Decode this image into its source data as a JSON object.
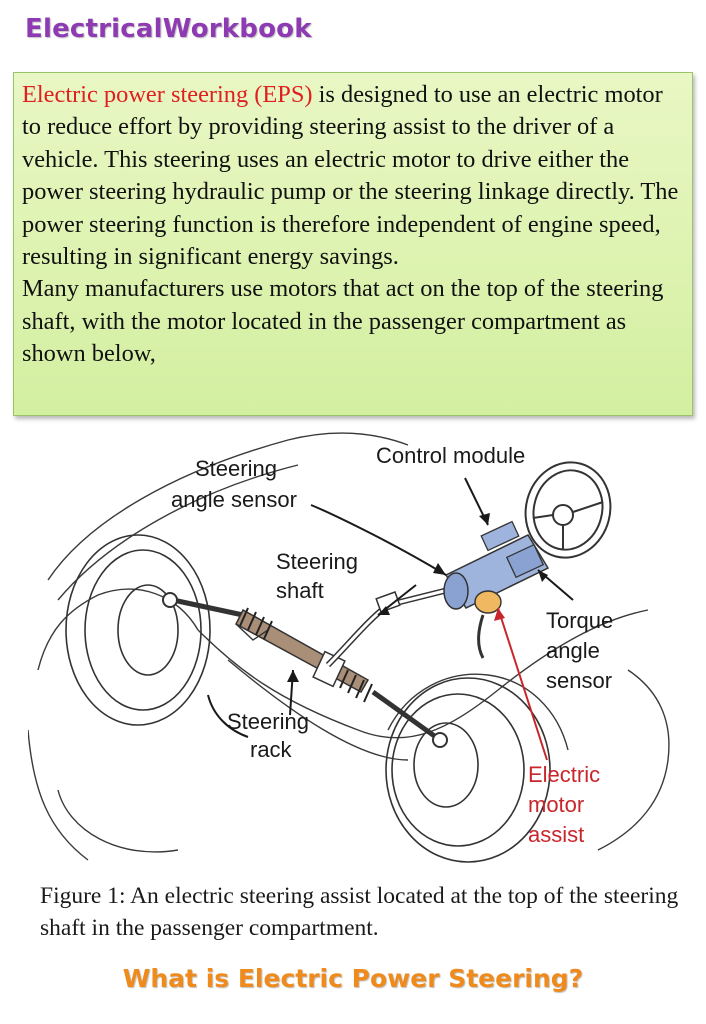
{
  "brand": "ElectricalWorkbook",
  "intro": {
    "term": "Electric power steering (EPS)",
    "paragraph1_rest": " is designed to use an electric motor to reduce effort by providing steering assist to the driver of a vehicle. This steering uses an electric motor to drive either the power steering hydraulic pump or the steering linkage directly. The power steering function is therefore independent of engine speed, resulting in significant energy savings.",
    "paragraph2": "Many manufacturers use motors that act on the top of the steering shaft, with the motor located in the passenger compartment as shown below,"
  },
  "diagram": {
    "labels": {
      "control_module": "Control module",
      "steering_angle_sensor_1": "Steering",
      "steering_angle_sensor_2": "angle sensor",
      "steering_shaft_1": "Steering",
      "steering_shaft_2": "shaft",
      "torque_1": "Torque",
      "torque_2": "angle",
      "torque_3": "sensor",
      "steering_rack_1": "Steering",
      "steering_rack_2": "rack",
      "motor_1": "Electric",
      "motor_2": "motor",
      "motor_3": "assist"
    },
    "colors": {
      "column": "#9fb4dd",
      "rack": "#a98e78",
      "sensor": "#f0b860",
      "motor_label": "#c9262c"
    }
  },
  "caption": "Figure 1: An electric steering assist located at the top of the steering shaft in the passenger compartment.",
  "footer_title": "What is Electric Power Steering?"
}
